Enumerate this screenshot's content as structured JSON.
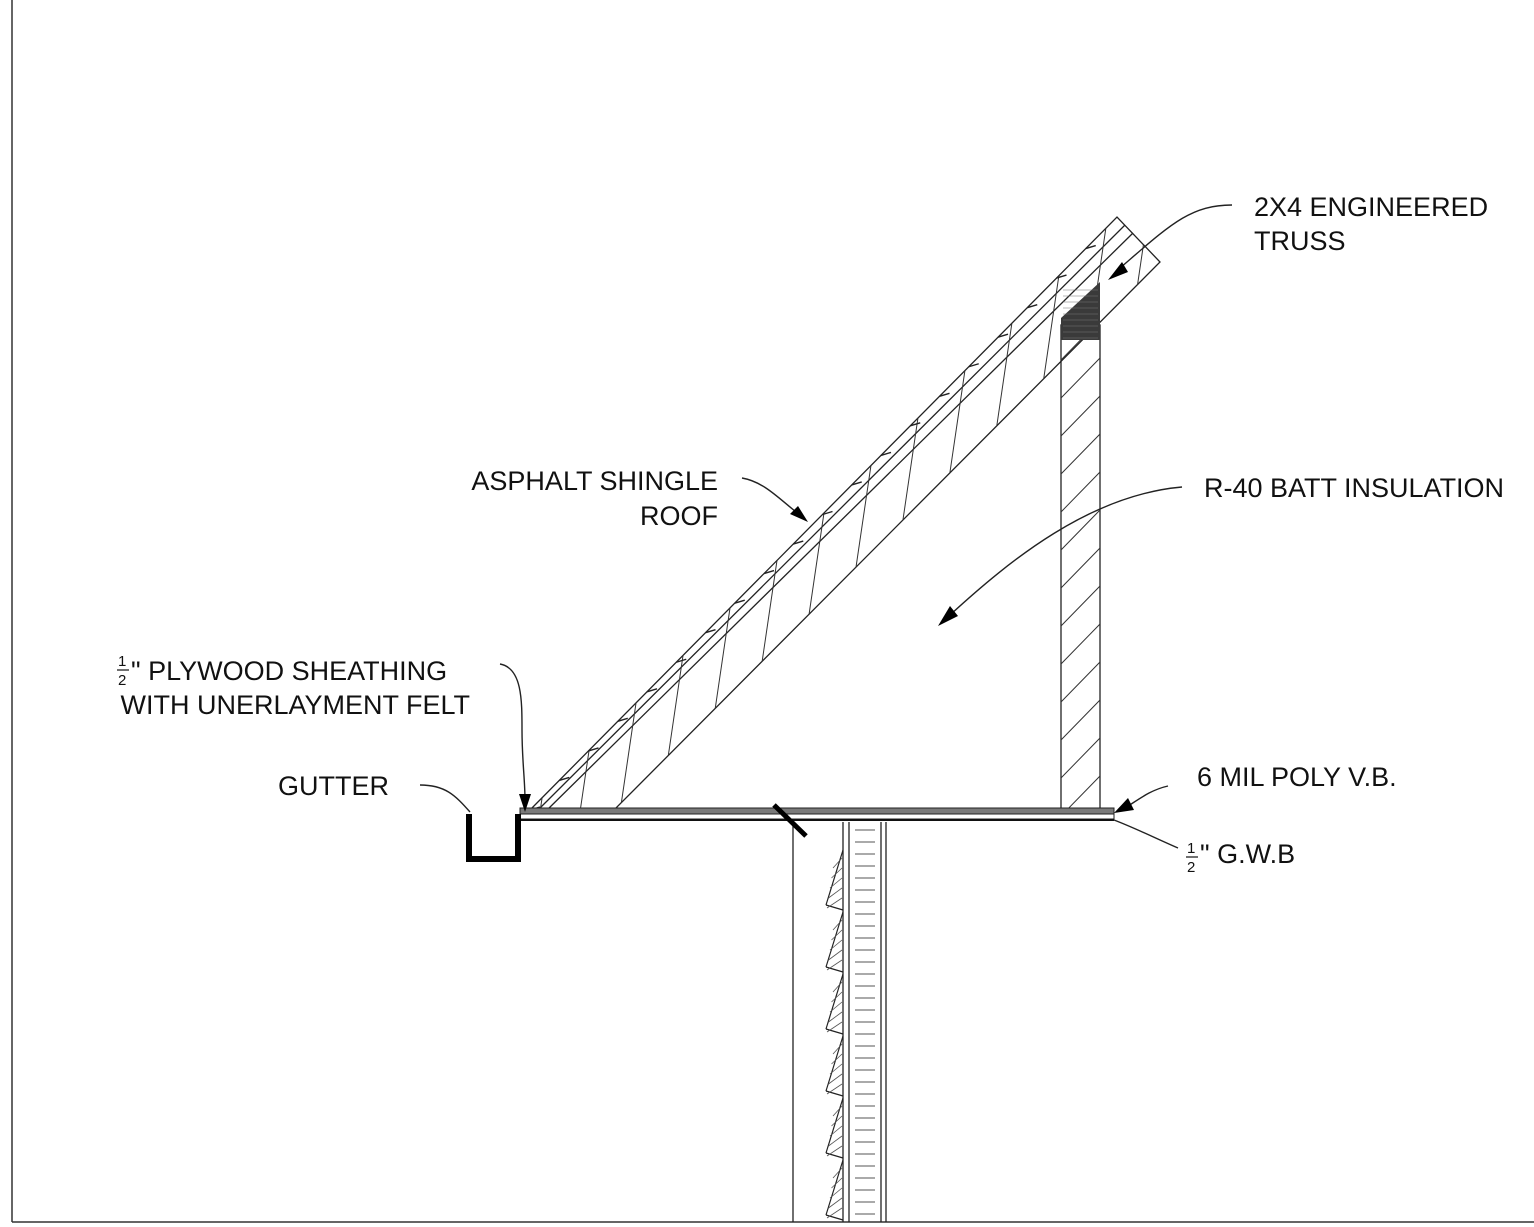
{
  "labels": {
    "truss_line1": "2X4 ENGINEERED",
    "truss_line2": "TRUSS",
    "roof_line1": "ASPHALT SHINGLE",
    "roof_line2": "ROOF",
    "insulation": "R-40 BATT INSULATION",
    "plywood_num": "1",
    "plywood_den": "2",
    "plywood_line1": "\" PLYWOOD SHEATHING",
    "plywood_line2": "WITH UNERLAYMENT FELT",
    "gutter": "GUTTER",
    "vapor_barrier": "6 MIL POLY V.B.",
    "gwb_num": "1",
    "gwb_den": "2",
    "gwb": "\" G.W.B"
  }
}
